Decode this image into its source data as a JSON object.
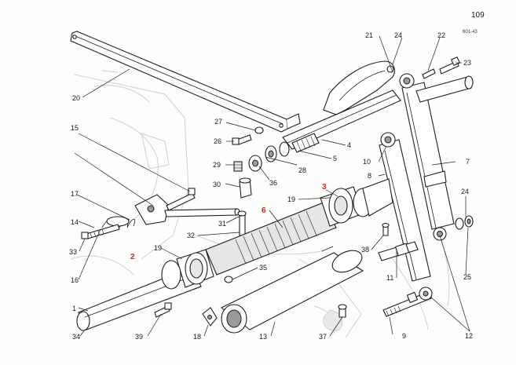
{
  "page": {
    "number": "109",
    "code": "601-43"
  },
  "callouts": [
    {
      "id": "c-1",
      "text": "1"
    },
    {
      "id": "c-2",
      "text": "2"
    },
    {
      "id": "c-3",
      "text": "3"
    },
    {
      "id": "c-4",
      "text": "4"
    },
    {
      "id": "c-5",
      "text": "5"
    },
    {
      "id": "c-6",
      "text": "6"
    },
    {
      "id": "c-7",
      "text": "7"
    },
    {
      "id": "c-8",
      "text": "8"
    },
    {
      "id": "c-9",
      "text": "9"
    },
    {
      "id": "c-10",
      "text": "10"
    },
    {
      "id": "c-11",
      "text": "11"
    },
    {
      "id": "c-12",
      "text": "12"
    },
    {
      "id": "c-13",
      "text": "13"
    },
    {
      "id": "c-14",
      "text": "14"
    },
    {
      "id": "c-15",
      "text": "15"
    },
    {
      "id": "c-16",
      "text": "16"
    },
    {
      "id": "c-17",
      "text": "17"
    },
    {
      "id": "c-18",
      "text": "18"
    },
    {
      "id": "c-19a",
      "text": "19"
    },
    {
      "id": "c-19b",
      "text": "19"
    },
    {
      "id": "c-20",
      "text": "20"
    },
    {
      "id": "c-21",
      "text": "21"
    },
    {
      "id": "c-22",
      "text": "22"
    },
    {
      "id": "c-23",
      "text": "23"
    },
    {
      "id": "c-24a",
      "text": "24"
    },
    {
      "id": "c-24b",
      "text": "24"
    },
    {
      "id": "c-25",
      "text": "25"
    },
    {
      "id": "c-26",
      "text": "26"
    },
    {
      "id": "c-27",
      "text": "27"
    },
    {
      "id": "c-28",
      "text": "28"
    },
    {
      "id": "c-29",
      "text": "29"
    },
    {
      "id": "c-30",
      "text": "30"
    },
    {
      "id": "c-31",
      "text": "31"
    },
    {
      "id": "c-32",
      "text": "32"
    },
    {
      "id": "c-33",
      "text": "33"
    },
    {
      "id": "c-34",
      "text": "34"
    },
    {
      "id": "c-35",
      "text": "35"
    },
    {
      "id": "c-36",
      "text": "36"
    },
    {
      "id": "c-37",
      "text": "37"
    },
    {
      "id": "c-38",
      "text": "38"
    },
    {
      "id": "c-39",
      "text": "39"
    }
  ],
  "highlight_color": "#d22020"
}
